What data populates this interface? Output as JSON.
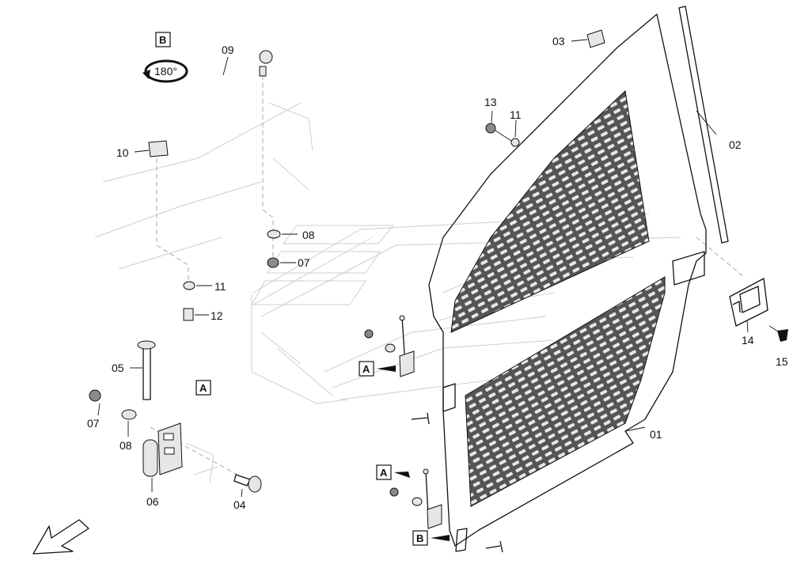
{
  "rotation_label": "180°",
  "callouts": {
    "c01": "01",
    "c02": "02",
    "c03": "03",
    "c04": "04",
    "c05": "05",
    "c06": "06",
    "c07a": "07",
    "c07b": "07",
    "c08a": "08",
    "c08b": "08",
    "c09": "09",
    "c10": "10",
    "c11a": "11",
    "c11b": "11",
    "c12": "12",
    "c13": "13",
    "c14": "14",
    "c15": "15"
  },
  "view_markers": {
    "b_top": "B",
    "a_mid": "A",
    "a_door_upper": "A",
    "a_door_lower": "A",
    "b_door_bottom": "B"
  }
}
